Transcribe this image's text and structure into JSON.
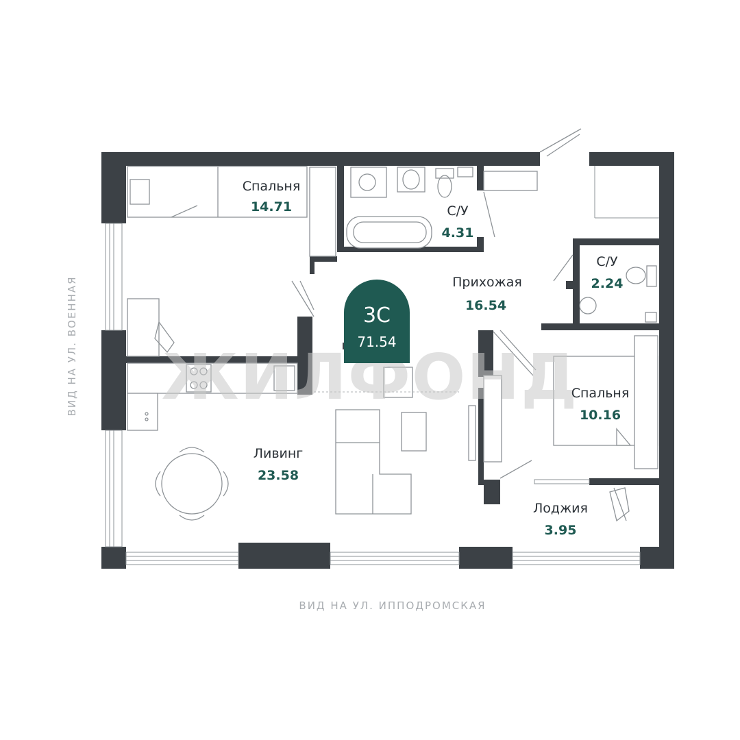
{
  "apartment": {
    "type": "3С",
    "total_area": "71.54"
  },
  "rooms": [
    {
      "name": "Спальня",
      "area": "14.71"
    },
    {
      "name": "С/У",
      "area": "4.31"
    },
    {
      "name": "Прихожая",
      "area": "16.54"
    },
    {
      "name": "С/У",
      "area": "2.24"
    },
    {
      "name": "Спальня",
      "area": "10.16"
    },
    {
      "name": "Ливинг",
      "area": "23.58"
    },
    {
      "name": "Лоджия",
      "area": "3.95"
    }
  ],
  "views": {
    "left": "ВИД НА УЛ. ВОЕННАЯ",
    "bottom": "ВИД НА УЛ. ИППОДРОМСКАЯ"
  },
  "watermark": "ЖИЛФОНД",
  "colors": {
    "wall": "#3c4146",
    "accent": "#1f5a52",
    "text": "#2a3036"
  }
}
